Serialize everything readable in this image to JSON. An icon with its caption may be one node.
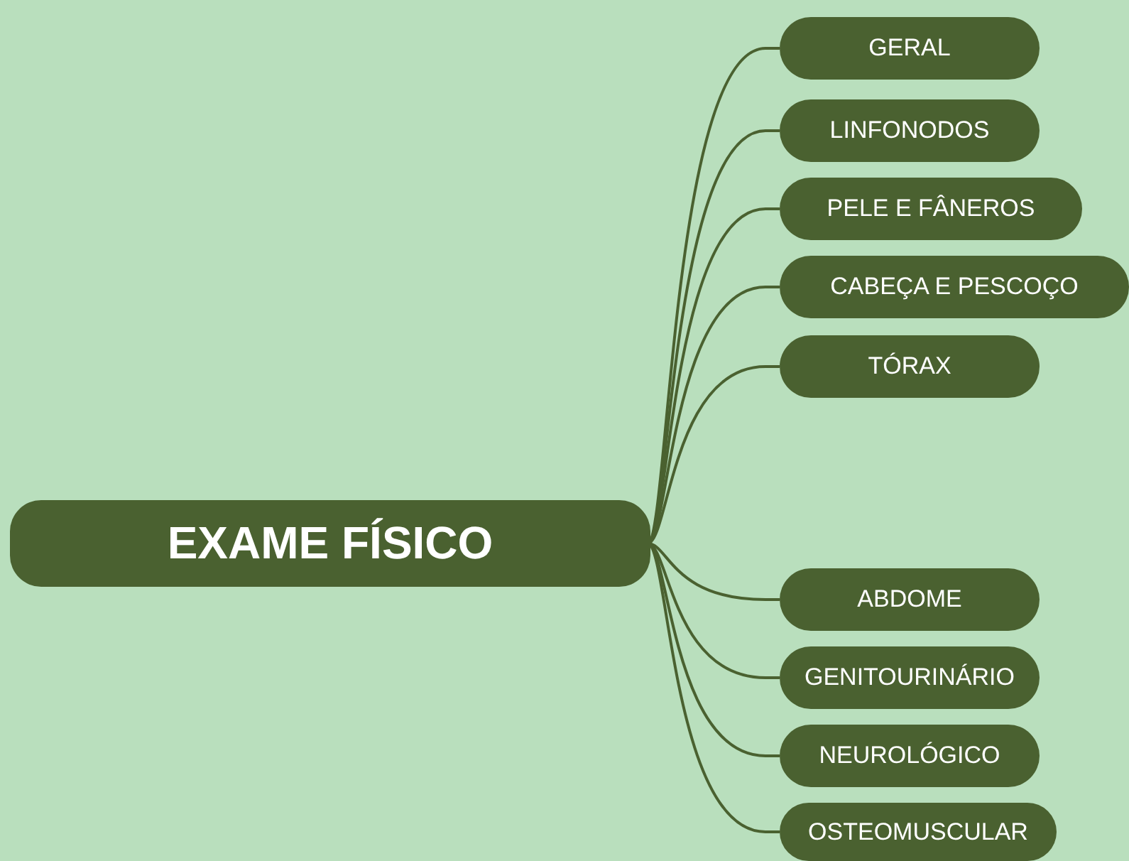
{
  "diagram": {
    "nodes": [
      {
        "text": [
          "EXAME FÍSICO"
        ]
      },
      {
        "text": [
          "GERAL"
        ]
      },
      {
        "text": [
          "LINFONODOS"
        ]
      },
      {
        "text": [
          "PELE E FÂNEROS"
        ]
      },
      {
        "text": [
          "CABEÇA E PESCOÇO"
        ]
      },
      {
        "text": [
          "TÓRAX"
        ]
      },
      {
        "text": [
          "ABDOME"
        ]
      },
      {
        "text": [
          "GENITOURINÁRIO"
        ]
      },
      {
        "text": [
          "NEUROLÓGICO"
        ]
      },
      {
        "text": [
          "OSTEOMUSCULAR"
        ]
      }
    ],
    "edges": [
      {
        "from": 0,
        "to": 1,
        "arrow": "none"
      },
      {
        "from": 0,
        "to": 2,
        "arrow": "none"
      },
      {
        "from": 0,
        "to": 3,
        "arrow": "none"
      },
      {
        "from": 0,
        "to": 4,
        "arrow": "none"
      },
      {
        "from": 0,
        "to": 5,
        "arrow": "none"
      },
      {
        "from": 0,
        "to": 6,
        "arrow": "none"
      },
      {
        "from": 0,
        "to": 7,
        "arrow": "none"
      },
      {
        "from": 0,
        "to": 8,
        "arrow": "none"
      },
      {
        "from": 0,
        "to": 9,
        "arrow": "none"
      }
    ]
  }
}
